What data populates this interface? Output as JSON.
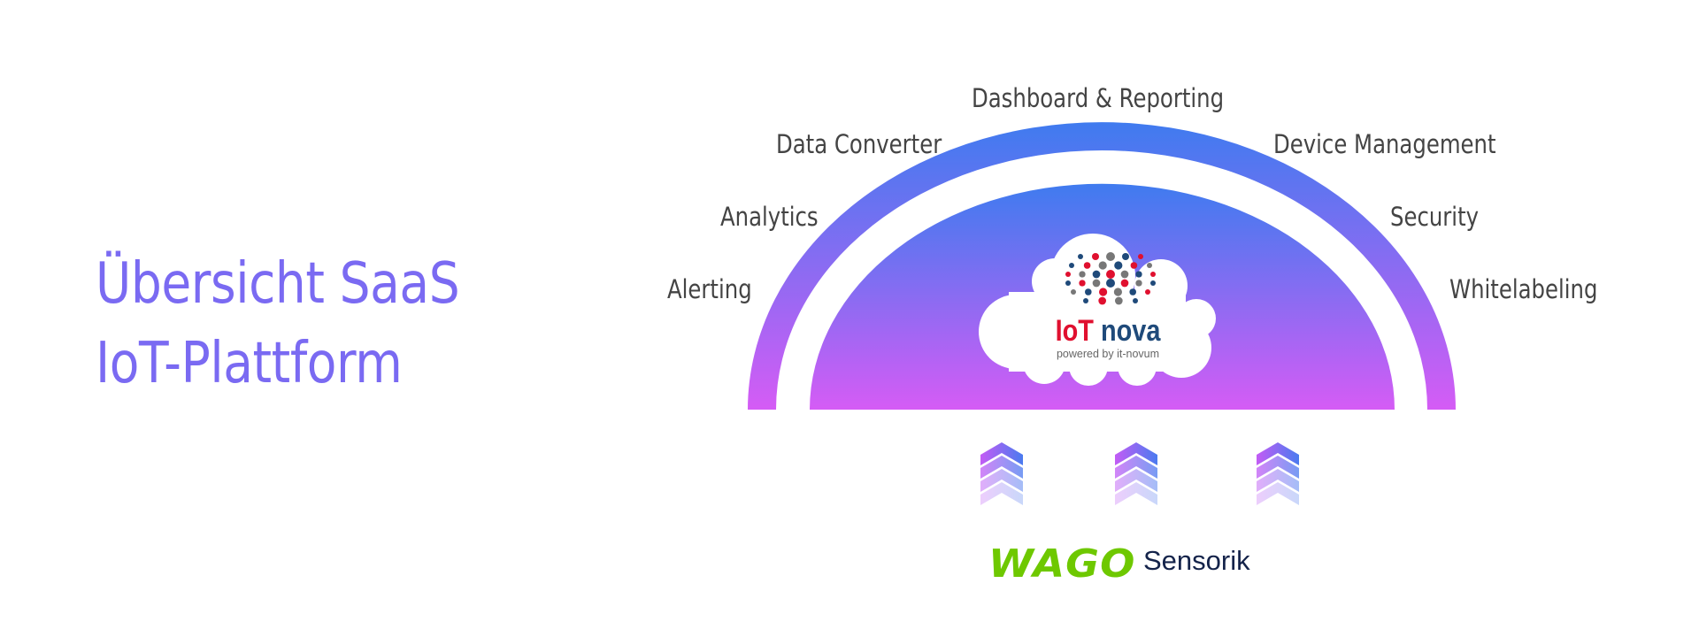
{
  "title": {
    "line1": "Übersicht SaaS",
    "line2": "IoT-Plattform"
  },
  "features": {
    "dashboard": "Dashboard & Reporting",
    "data_converter": "Data Converter",
    "device_management": "Device Management",
    "analytics": "Analytics",
    "security": "Security",
    "alerting": "Alerting",
    "whitelabeling": "Whitelabeling"
  },
  "platform_logo": {
    "name": "IoTnova",
    "tagline": "powered by it-novum"
  },
  "sources": {
    "wago": "WAGO",
    "sensorik": "Sensorik"
  },
  "colors": {
    "title": "#7a6af2",
    "gradient_top": "#3f7bef",
    "gradient_bottom": "#d55cf5",
    "wago": "#6ec800",
    "iotnova_red": "#e0102f",
    "iotnova_blue": "#1f4a7a"
  }
}
